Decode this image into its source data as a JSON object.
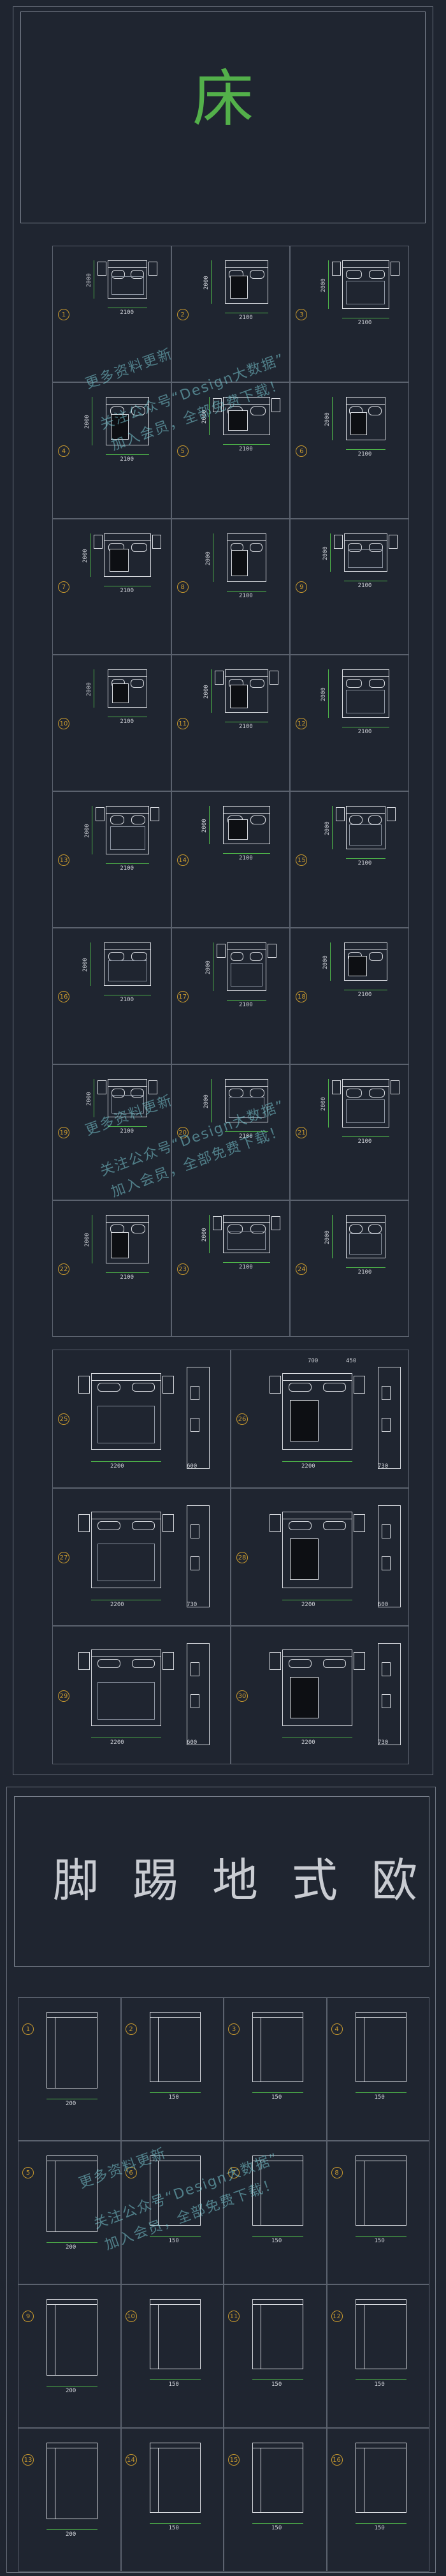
{
  "title_bed": "床",
  "title_euro": [
    "欧",
    "式",
    "地",
    "踢",
    "脚"
  ],
  "bed_dim_width": "2100",
  "bed_dim_depth": "2000",
  "skirt_dims": [
    "200",
    "150",
    "150",
    "150"
  ],
  "bed_rows": [
    [
      "1",
      "2",
      "3"
    ],
    [
      "4",
      "5",
      "6"
    ],
    [
      "7",
      "8",
      "9"
    ],
    [
      "10",
      "11",
      "12"
    ],
    [
      "13",
      "14",
      "15"
    ],
    [
      "16",
      "17",
      "18"
    ],
    [
      "19",
      "20",
      "21"
    ],
    [
      "22",
      "23",
      "24"
    ]
  ],
  "big_rows": [
    [
      "25",
      "26"
    ],
    [
      "27",
      "28"
    ],
    [
      "29",
      "30"
    ]
  ],
  "big_dims": [
    "2200",
    "600",
    "730",
    "700",
    "450"
  ],
  "skirt_rows": [
    [
      "1",
      "2",
      "3",
      "4"
    ],
    [
      "5",
      "6",
      "7",
      "8"
    ],
    [
      "9",
      "10",
      "11",
      "12"
    ],
    [
      "13",
      "14",
      "15",
      "16"
    ]
  ],
  "watermarks": [
    "更多资料更新",
    "关注公众号“Design大数据”",
    "加入会员，全部免费下载！"
  ],
  "colors": {
    "background": "#1f2530",
    "accent_green": "#53b04a",
    "number_orange": "#c99a2e",
    "line": "#d8dbe0"
  }
}
